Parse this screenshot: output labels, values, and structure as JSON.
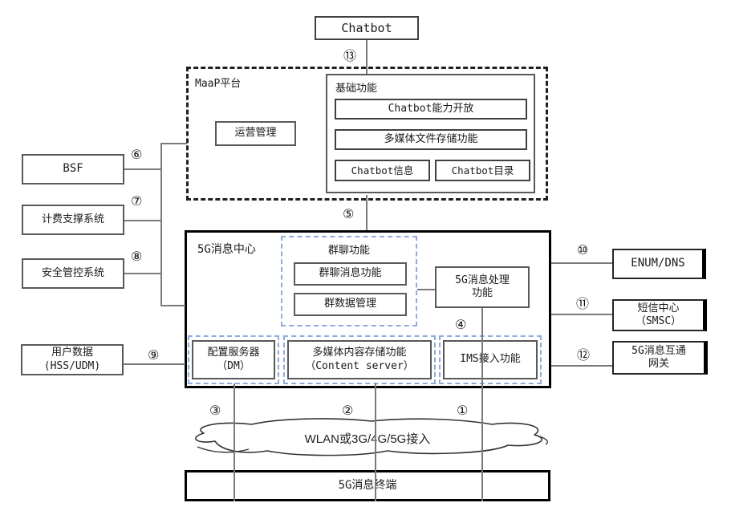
{
  "nodes": {
    "chatbot": "Chatbot",
    "maap": {
      "title": "MaaP平台",
      "ops": "运营管理",
      "base": {
        "title": "基础功能",
        "capability": "Chatbot能力开放",
        "media_store": "多媒体文件存储功能",
        "info": "Chatbot信息",
        "directory": "Chatbot目录"
      }
    },
    "center": {
      "title": "5G消息中心",
      "group": {
        "title": "群聊功能",
        "msg": "群聊消息功能",
        "data": "群数据管理"
      },
      "processing": {
        "line1": "5G消息处理",
        "line2": "功能"
      },
      "dm": {
        "line1": "配置服务器",
        "line2": "（DM）"
      },
      "content": {
        "line1": "多媒体内容存储功能",
        "line2": "（Content server）"
      },
      "ims": "IMS接入功能"
    },
    "left": {
      "bsf": "BSF",
      "billing": "计费支撑系统",
      "security": "安全管控系统",
      "userdata": {
        "line1": "用户数据",
        "line2": "(HSS/UDM)"
      }
    },
    "right": {
      "enum_dns": "ENUM/DNS",
      "smsc": {
        "line1": "短信中心",
        "line2": "（SMSC）"
      },
      "gateway": {
        "line1": "5G消息互通",
        "line2": "网关"
      }
    },
    "bottom": {
      "access_cloud": "WLAN或3G/4G/5G接入",
      "terminal": "5G消息终端"
    }
  },
  "connector_labels": {
    "n1": "①",
    "n2": "②",
    "n3": "③",
    "n4": "④",
    "n5": "⑤",
    "n6": "⑥",
    "n7": "⑦",
    "n8": "⑧",
    "n9": "⑨",
    "n10": "⑩",
    "n11": "⑪",
    "n12": "⑫",
    "n13": "⑬"
  },
  "colors": {
    "connector_line": "#7a7a7a",
    "dashed_platform_border": "#1f1f1f",
    "dashed_function_border": "#8faadc",
    "solid_border": "#595959",
    "emphasis_border": "#000000"
  }
}
